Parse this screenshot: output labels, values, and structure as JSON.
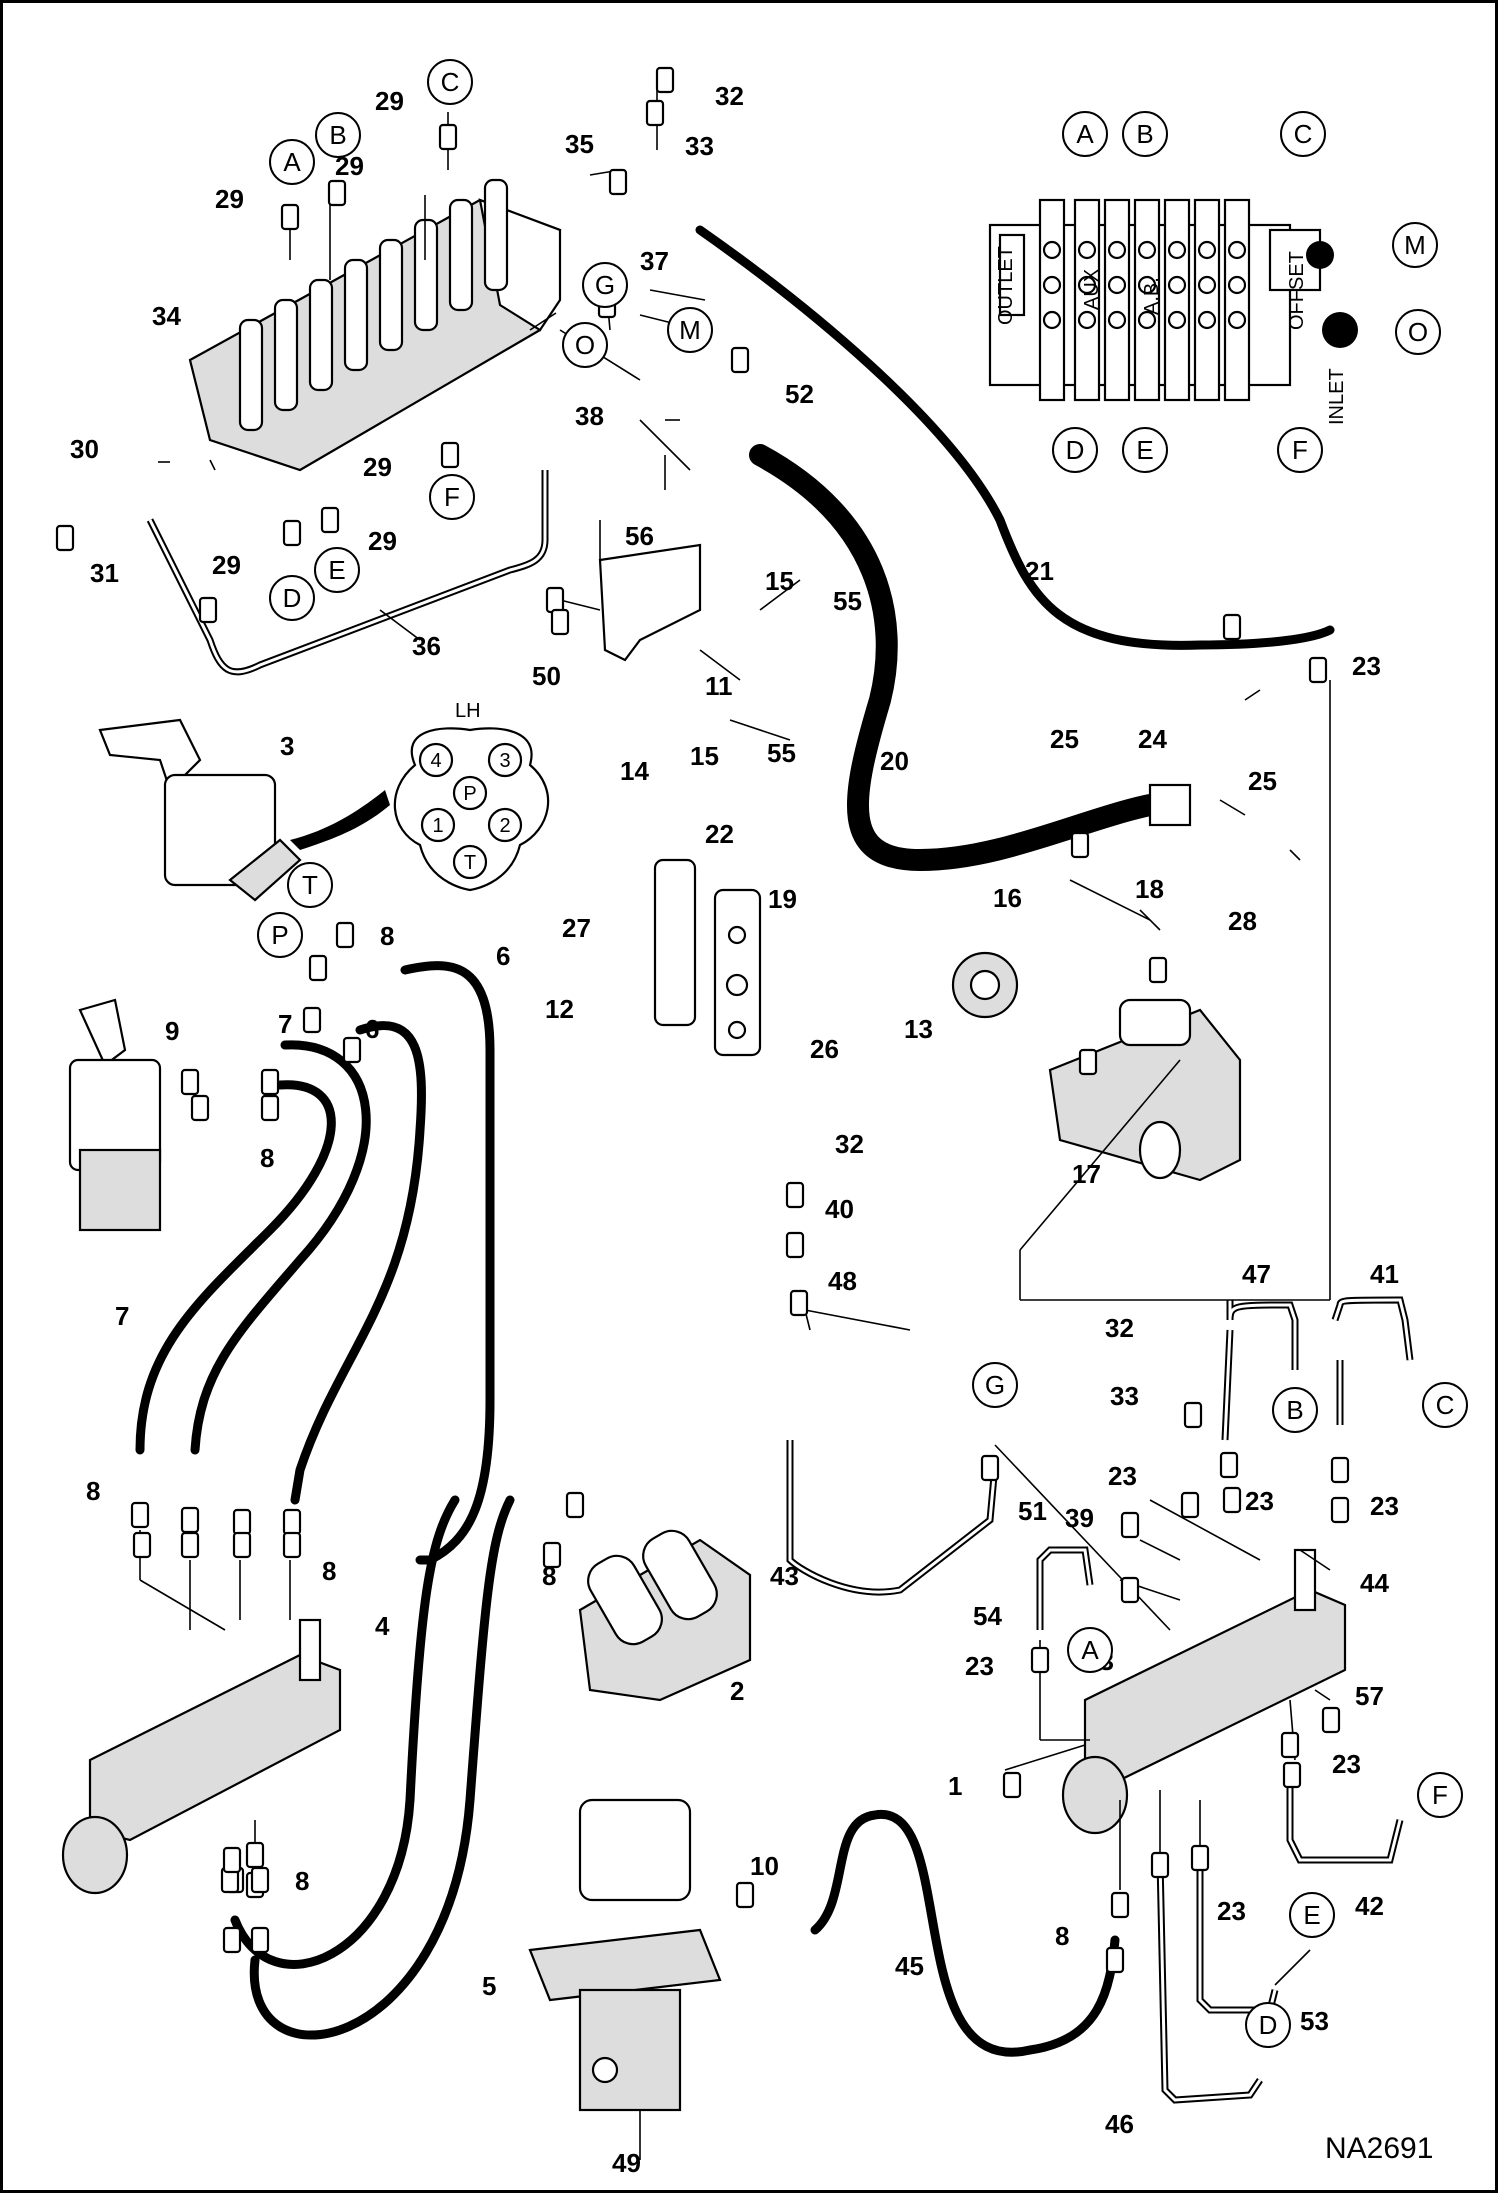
{
  "diagram": {
    "drawing_id": "NA2691",
    "pilot_pattern_label": "LH",
    "pilot_ports": [
      "4",
      "3",
      "P",
      "1",
      "2",
      "T"
    ],
    "valve_section_labels": [
      "OUTLET",
      "AUX",
      "A.B.",
      "OFFSET",
      "INLET"
    ],
    "callouts": [
      "1",
      "2",
      "3",
      "4",
      "5",
      "6",
      "7",
      "8",
      "9",
      "10",
      "11",
      "12",
      "13",
      "14",
      "15",
      "16",
      "17",
      "18",
      "19",
      "20",
      "21",
      "22",
      "23",
      "24",
      "25",
      "26",
      "27",
      "28",
      "29",
      "30",
      "31",
      "32",
      "33",
      "34",
      "35",
      "36",
      "37",
      "38",
      "39",
      "40",
      "41",
      "42",
      "43",
      "44",
      "45",
      "46",
      "47",
      "48",
      "49",
      "50",
      "51",
      "52",
      "53",
      "54",
      "55",
      "56",
      "57"
    ],
    "port_letters": [
      "A",
      "B",
      "C",
      "D",
      "E",
      "F",
      "G",
      "M",
      "O",
      "P",
      "T"
    ]
  }
}
